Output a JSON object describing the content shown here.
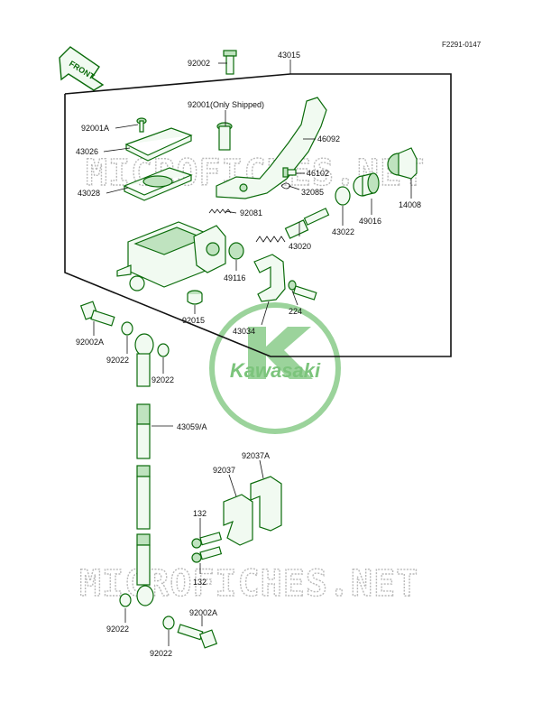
{
  "ref_code": "F2291-0147",
  "front_label": "FRONT",
  "watermark_text": "MICROFICHES.NET",
  "logo_text": "Kawasaki",
  "colors": {
    "part_green": "#0a6b0a",
    "logo_green": "#9bd39b",
    "watermark": "#b9b9b9"
  },
  "parts": [
    {
      "id": "92002",
      "label": "92002"
    },
    {
      "id": "43015",
      "label": "43015"
    },
    {
      "id": "92001",
      "label": "92001(Only Shipped)"
    },
    {
      "id": "92001A",
      "label": "92001A"
    },
    {
      "id": "43026",
      "label": "43026"
    },
    {
      "id": "46092",
      "label": "46092"
    },
    {
      "id": "46102",
      "label": "46102"
    },
    {
      "id": "43028",
      "label": "43028"
    },
    {
      "id": "32085",
      "label": "32085"
    },
    {
      "id": "14008",
      "label": "14008"
    },
    {
      "id": "49016",
      "label": "49016"
    },
    {
      "id": "92081",
      "label": "92081"
    },
    {
      "id": "43022",
      "label": "43022"
    },
    {
      "id": "43020",
      "label": "43020"
    },
    {
      "id": "49116",
      "label": "49116"
    },
    {
      "id": "92015",
      "label": "92015"
    },
    {
      "id": "224",
      "label": "224"
    },
    {
      "id": "43034",
      "label": "43034"
    },
    {
      "id": "92002A-top",
      "label": "92002A"
    },
    {
      "id": "92022-a",
      "label": "92022"
    },
    {
      "id": "92022-b",
      "label": "92022"
    },
    {
      "id": "43059A",
      "label": "43059/A"
    },
    {
      "id": "92037A",
      "label": "92037A"
    },
    {
      "id": "92037",
      "label": "92037"
    },
    {
      "id": "132-a",
      "label": "132"
    },
    {
      "id": "132-b",
      "label": "132"
    },
    {
      "id": "92022-c",
      "label": "92022"
    },
    {
      "id": "92002A-bottom",
      "label": "92002A"
    },
    {
      "id": "92022-d",
      "label": "92022"
    }
  ]
}
